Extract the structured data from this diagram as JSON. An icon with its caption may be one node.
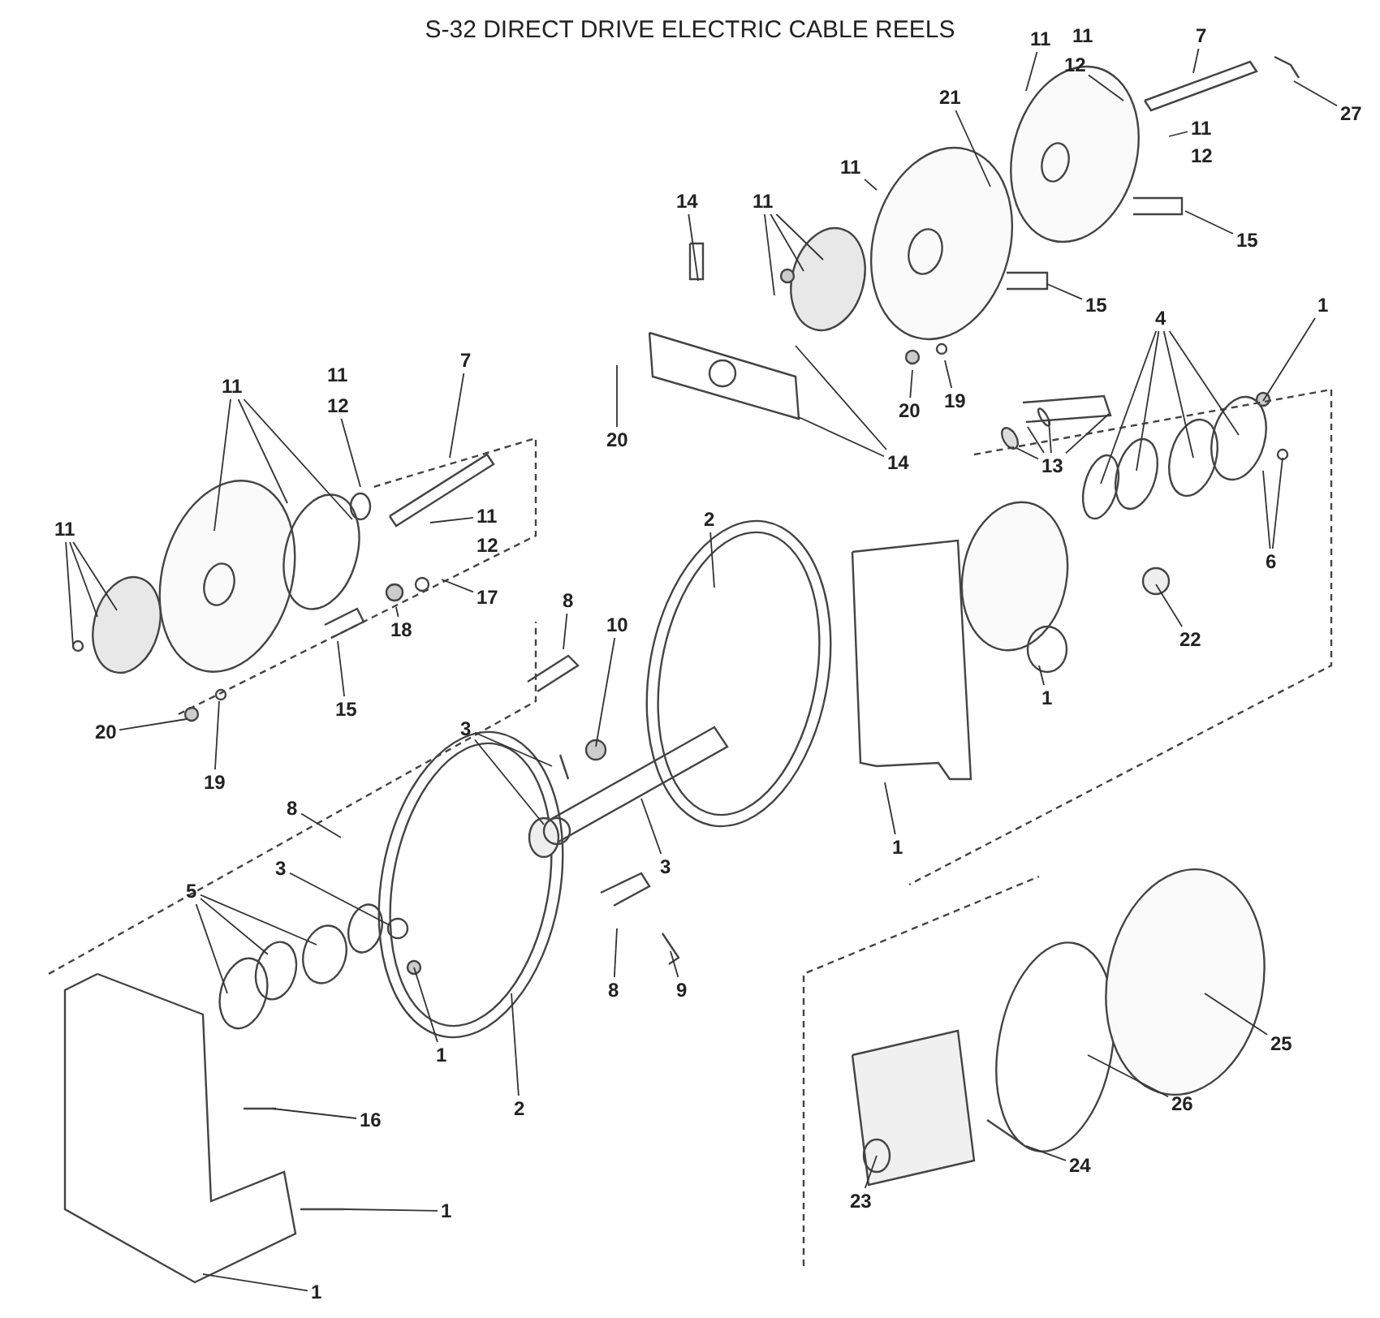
{
  "diagram": {
    "title": "S-32 DIRECT DRIVE ELECTRIC CABLE REELS",
    "nodes": [
      {
        "text": [
          "11"
        ]
      },
      {
        "text": [
          "11"
        ]
      },
      {
        "text": [
          "12"
        ]
      },
      {
        "text": [
          "7"
        ]
      },
      {
        "text": [
          "27"
        ]
      },
      {
        "text": [
          "21"
        ]
      },
      {
        "text": [
          "11"
        ]
      },
      {
        "text": [
          "12"
        ]
      },
      {
        "text": [
          "11"
        ]
      },
      {
        "text": [
          "14"
        ]
      },
      {
        "text": [
          "11"
        ]
      },
      {
        "text": [
          "15"
        ]
      },
      {
        "text": [
          "15"
        ]
      },
      {
        "text": [
          "4"
        ]
      },
      {
        "text": [
          "1"
        ]
      },
      {
        "text": [
          "20"
        ]
      },
      {
        "text": [
          "20"
        ]
      },
      {
        "text": [
          "19"
        ]
      },
      {
        "text": [
          "13"
        ]
      },
      {
        "text": [
          "14"
        ]
      },
      {
        "text": [
          "11"
        ]
      },
      {
        "text": [
          "12"
        ]
      },
      {
        "text": [
          "7"
        ]
      },
      {
        "text": [
          "11"
        ]
      },
      {
        "text": [
          "11"
        ]
      },
      {
        "text": [
          "12"
        ]
      },
      {
        "text": [
          "11"
        ]
      },
      {
        "text": [
          "2"
        ]
      },
      {
        "text": [
          "17"
        ]
      },
      {
        "text": [
          "18"
        ]
      },
      {
        "text": [
          "15"
        ]
      },
      {
        "text": [
          "20"
        ]
      },
      {
        "text": [
          "19"
        ]
      },
      {
        "text": [
          "8"
        ]
      },
      {
        "text": [
          "10"
        ]
      },
      {
        "text": [
          "3"
        ]
      },
      {
        "text": [
          "3"
        ]
      },
      {
        "text": [
          "2"
        ]
      },
      {
        "text": [
          "8"
        ]
      },
      {
        "text": [
          "3"
        ]
      },
      {
        "text": [
          "5"
        ]
      },
      {
        "text": [
          "1"
        ]
      },
      {
        "text": [
          "8"
        ]
      },
      {
        "text": [
          "9"
        ]
      },
      {
        "text": [
          "1"
        ]
      },
      {
        "text": [
          "22"
        ]
      },
      {
        "text": [
          "6"
        ]
      },
      {
        "text": [
          "1"
        ]
      },
      {
        "text": [
          "16"
        ]
      },
      {
        "text": [
          "1"
        ]
      },
      {
        "text": [
          "1"
        ]
      },
      {
        "text": [
          "25"
        ]
      },
      {
        "text": [
          "26"
        ]
      },
      {
        "text": [
          "24"
        ]
      },
      {
        "text": [
          "23"
        ]
      }
    ],
    "edges": [
      {
        "from": 0,
        "to": null,
        "arrow": "none"
      },
      {
        "from": 2,
        "to": null,
        "arrow": "none"
      },
      {
        "from": 3,
        "to": null,
        "arrow": "none"
      },
      {
        "from": 4,
        "to": null,
        "arrow": "none"
      },
      {
        "from": 5,
        "to": null,
        "arrow": "none"
      },
      {
        "from": 6,
        "to": null,
        "arrow": "none"
      },
      {
        "from": 8,
        "to": null,
        "arrow": "none"
      },
      {
        "from": 9,
        "to": null,
        "arrow": "none"
      },
      {
        "from": 10,
        "to": null,
        "arrow": "none"
      },
      {
        "from": 10,
        "to": null,
        "arrow": "none"
      },
      {
        "from": 10,
        "to": null,
        "arrow": "none"
      },
      {
        "from": 11,
        "to": null,
        "arrow": "none"
      },
      {
        "from": 12,
        "to": null,
        "arrow": "none"
      },
      {
        "from": 13,
        "to": null,
        "arrow": "none"
      },
      {
        "from": 13,
        "to": null,
        "arrow": "none"
      },
      {
        "from": 13,
        "to": null,
        "arrow": "none"
      },
      {
        "from": 13,
        "to": null,
        "arrow": "none"
      },
      {
        "from": 14,
        "to": null,
        "arrow": "none"
      },
      {
        "from": 15,
        "to": null,
        "arrow": "none"
      },
      {
        "from": 16,
        "to": null,
        "arrow": "none"
      },
      {
        "from": 17,
        "to": null,
        "arrow": "none"
      },
      {
        "from": 18,
        "to": null,
        "arrow": "none"
      },
      {
        "from": 18,
        "to": null,
        "arrow": "none"
      },
      {
        "from": 18,
        "to": null,
        "arrow": "none"
      },
      {
        "from": 18,
        "to": null,
        "arrow": "none"
      },
      {
        "from": 19,
        "to": null,
        "arrow": "none"
      },
      {
        "from": 19,
        "to": null,
        "arrow": "none"
      },
      {
        "from": 21,
        "to": null,
        "arrow": "none"
      },
      {
        "from": 22,
        "to": null,
        "arrow": "none"
      },
      {
        "from": 23,
        "to": null,
        "arrow": "none"
      },
      {
        "from": 23,
        "to": null,
        "arrow": "none"
      },
      {
        "from": 23,
        "to": null,
        "arrow": "none"
      },
      {
        "from": 24,
        "to": null,
        "arrow": "none"
      },
      {
        "from": 26,
        "to": null,
        "arrow": "none"
      },
      {
        "from": 26,
        "to": null,
        "arrow": "none"
      },
      {
        "from": 26,
        "to": null,
        "arrow": "none"
      },
      {
        "from": 27,
        "to": null,
        "arrow": "none"
      },
      {
        "from": 28,
        "to": null,
        "arrow": "none"
      },
      {
        "from": 29,
        "to": null,
        "arrow": "none"
      },
      {
        "from": 30,
        "to": null,
        "arrow": "none"
      },
      {
        "from": 31,
        "to": null,
        "arrow": "none"
      },
      {
        "from": 32,
        "to": null,
        "arrow": "none"
      },
      {
        "from": 33,
        "to": null,
        "arrow": "none"
      },
      {
        "from": 34,
        "to": null,
        "arrow": "none"
      },
      {
        "from": 35,
        "to": null,
        "arrow": "none"
      },
      {
        "from": 35,
        "to": null,
        "arrow": "none"
      },
      {
        "from": 36,
        "to": null,
        "arrow": "none"
      },
      {
        "from": 37,
        "to": null,
        "arrow": "none"
      },
      {
        "from": 38,
        "to": null,
        "arrow": "none"
      },
      {
        "from": 39,
        "to": null,
        "arrow": "none"
      },
      {
        "from": 40,
        "to": null,
        "arrow": "none"
      },
      {
        "from": 40,
        "to": null,
        "arrow": "none"
      },
      {
        "from": 40,
        "to": null,
        "arrow": "none"
      },
      {
        "from": 41,
        "to": null,
        "arrow": "none"
      },
      {
        "from": 42,
        "to": null,
        "arrow": "none"
      },
      {
        "from": 43,
        "to": null,
        "arrow": "none"
      },
      {
        "from": 44,
        "to": null,
        "arrow": "none"
      },
      {
        "from": 45,
        "to": null,
        "arrow": "none"
      },
      {
        "from": 46,
        "to": null,
        "arrow": "none"
      },
      {
        "from": 46,
        "to": null,
        "arrow": "none"
      },
      {
        "from": 47,
        "to": null,
        "arrow": "none"
      },
      {
        "from": 48,
        "to": null,
        "arrow": "none"
      },
      {
        "from": 49,
        "to": null,
        "arrow": "none"
      },
      {
        "from": 50,
        "to": null,
        "arrow": "none"
      },
      {
        "from": 51,
        "to": null,
        "arrow": "none"
      },
      {
        "from": 52,
        "to": null,
        "arrow": "none"
      },
      {
        "from": 53,
        "to": null,
        "arrow": "none"
      },
      {
        "from": 54,
        "to": null,
        "arrow": "none"
      }
    ]
  }
}
